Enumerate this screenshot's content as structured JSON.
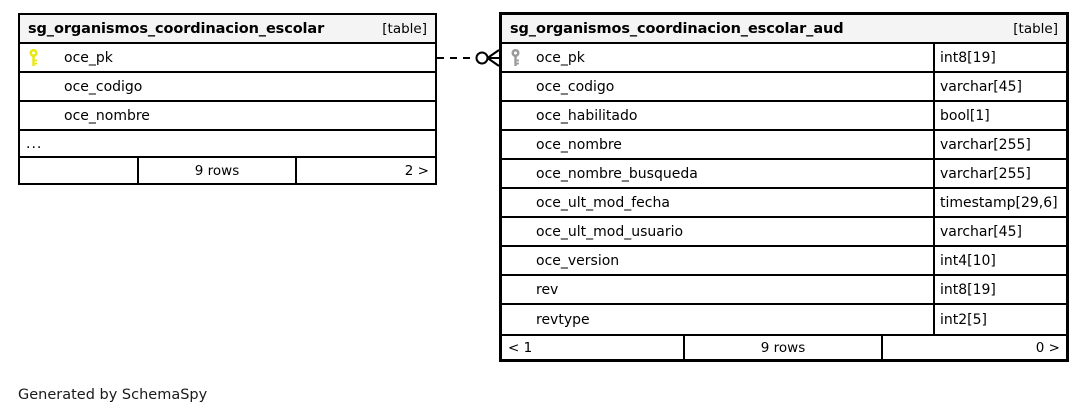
{
  "diagram": {
    "generator_caption": "Generated by SchemaSpy",
    "kind_label": "[table]",
    "ellipsis": "...",
    "key_icon_name": "primary-key-icon",
    "colors": {
      "primary_key_yellow": "#e8e80a",
      "foreign_key_grey": "#9a9a9a",
      "header_background": "#f4f4f4",
      "border": "#000000",
      "page_background": "#ffffff"
    },
    "relationship": {
      "name": "oce_pk-to-oce_pk",
      "style": "dashed",
      "from_table": "sg_organismos_coordinacion_escolar",
      "from_column": "oce_pk",
      "to_table": "sg_organismos_coordinacion_escolar_aud",
      "to_column": "oce_pk",
      "start_notation": "zero-circle",
      "end_notation": "crows-foot-many"
    },
    "tables": [
      {
        "id": "left",
        "name": "sg_organismos_coordinacion_escolar",
        "kind": "[table]",
        "show_types": false,
        "truncated": true,
        "columns": [
          {
            "name": "oce_pk",
            "type": "",
            "key": "primary"
          },
          {
            "name": "oce_codigo",
            "type": "",
            "key": "none"
          },
          {
            "name": "oce_nombre",
            "type": "",
            "key": "none"
          }
        ],
        "footer": {
          "prev": "",
          "rows": "9 rows",
          "next": "2 >"
        }
      },
      {
        "id": "right",
        "name": "sg_organismos_coordinacion_escolar_aud",
        "kind": "[table]",
        "show_types": true,
        "truncated": false,
        "columns": [
          {
            "name": "oce_pk",
            "type": "int8[19]",
            "key": "foreign"
          },
          {
            "name": "oce_codigo",
            "type": "varchar[45]",
            "key": "none"
          },
          {
            "name": "oce_habilitado",
            "type": "bool[1]",
            "key": "none"
          },
          {
            "name": "oce_nombre",
            "type": "varchar[255]",
            "key": "none"
          },
          {
            "name": "oce_nombre_busqueda",
            "type": "varchar[255]",
            "key": "none"
          },
          {
            "name": "oce_ult_mod_fecha",
            "type": "timestamp[29,6]",
            "key": "none"
          },
          {
            "name": "oce_ult_mod_usuario",
            "type": "varchar[45]",
            "key": "none"
          },
          {
            "name": "oce_version",
            "type": "int4[10]",
            "key": "none"
          },
          {
            "name": "rev",
            "type": "int8[19]",
            "key": "none"
          },
          {
            "name": "revtype",
            "type": "int2[5]",
            "key": "none"
          }
        ],
        "footer": {
          "prev": "< 1",
          "rows": "9 rows",
          "next": "0 >"
        }
      }
    ]
  }
}
